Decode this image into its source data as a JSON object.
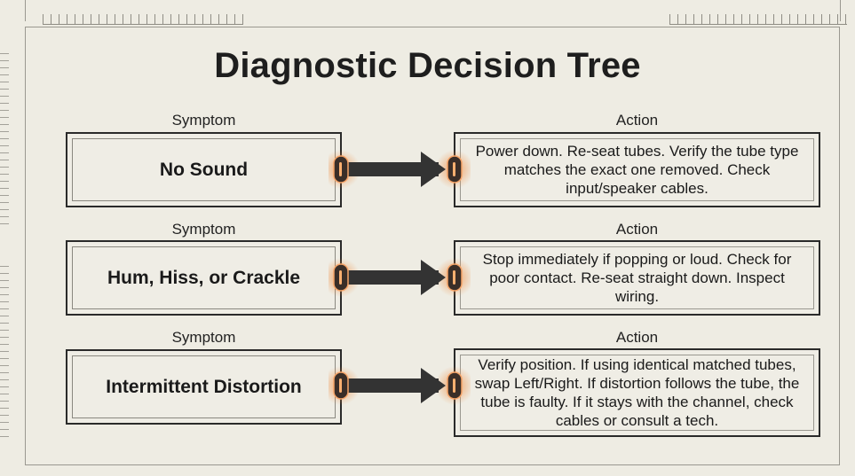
{
  "title": "Diagnostic Decision Tree",
  "colors": {
    "background": "#eeece3",
    "box_border": "#2a2a2a",
    "arrow": "#333333",
    "glow": "#f08a3c"
  },
  "rows": [
    {
      "symptom_label": "Symptom",
      "symptom": "No Sound",
      "action_label": "Action",
      "action": "Power down. Re-seat tubes. Verify the tube type matches the exact one removed. Check input/speaker cables."
    },
    {
      "symptom_label": "Symptom",
      "symptom": "Hum, Hiss, or Crackle",
      "action_label": "Action",
      "action": "Stop immediately if popping or loud. Check for poor contact. Re-seat straight down. Inspect wiring."
    },
    {
      "symptom_label": "Symptom",
      "symptom": "Intermittent Distortion",
      "action_label": "Action",
      "action": "Verify position. If using identical matched tubes, swap Left/Right. If distortion follows the tube, the tube is faulty. If it stays with the channel, check cables or consult a tech."
    }
  ]
}
